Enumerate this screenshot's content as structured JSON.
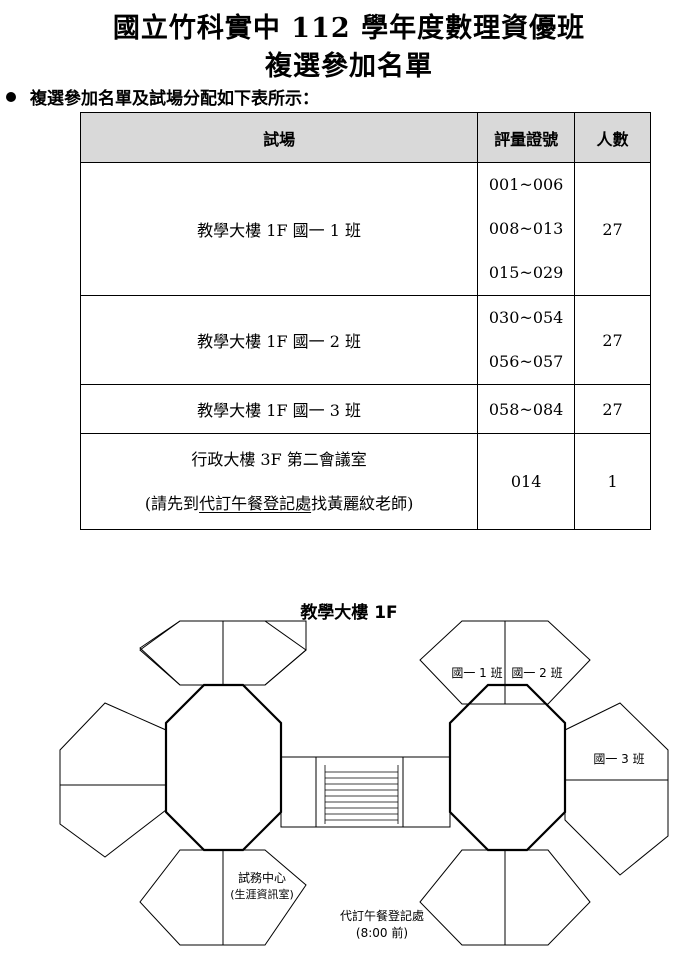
{
  "title_line1": "國立竹科實中 112 學年度數理資優班",
  "title_line2": "複選參加名單",
  "bullet_text": "複選參加名單及試場分配如下表所示：",
  "table": {
    "headers": [
      "試場",
      "評量證號",
      "人數"
    ],
    "rows": [
      {
        "room": "教學大樓 1F 國一 1 班",
        "ids": [
          "001~006",
          "008~013",
          "015~029"
        ],
        "count": "27"
      },
      {
        "room": "教學大樓 1F 國一 2 班",
        "ids": [
          "030~054",
          "056~057"
        ],
        "count": "27"
      },
      {
        "room": "教學大樓 1F 國一 3 班",
        "ids": [
          "058~084"
        ],
        "count": "27"
      },
      {
        "room_line1": "行政大樓 3F 第二會議室",
        "room_note_pre": "(請先到",
        "room_note_u": "代訂午餐登記處",
        "room_note_post": "找黃麗紋老師)",
        "ids": [
          "014"
        ],
        "count": "1"
      }
    ]
  },
  "map": {
    "title": "教學大樓 1F",
    "room_1_1": "國一 1 班",
    "room_1_2": "國一 2 班",
    "room_1_3": "國一 3 班",
    "exam_center": "試務中心",
    "exam_center_sub": "(生涯資訊室)",
    "lunch_desk": "代訂午餐登記處",
    "lunch_time": "(8:00 前)"
  }
}
